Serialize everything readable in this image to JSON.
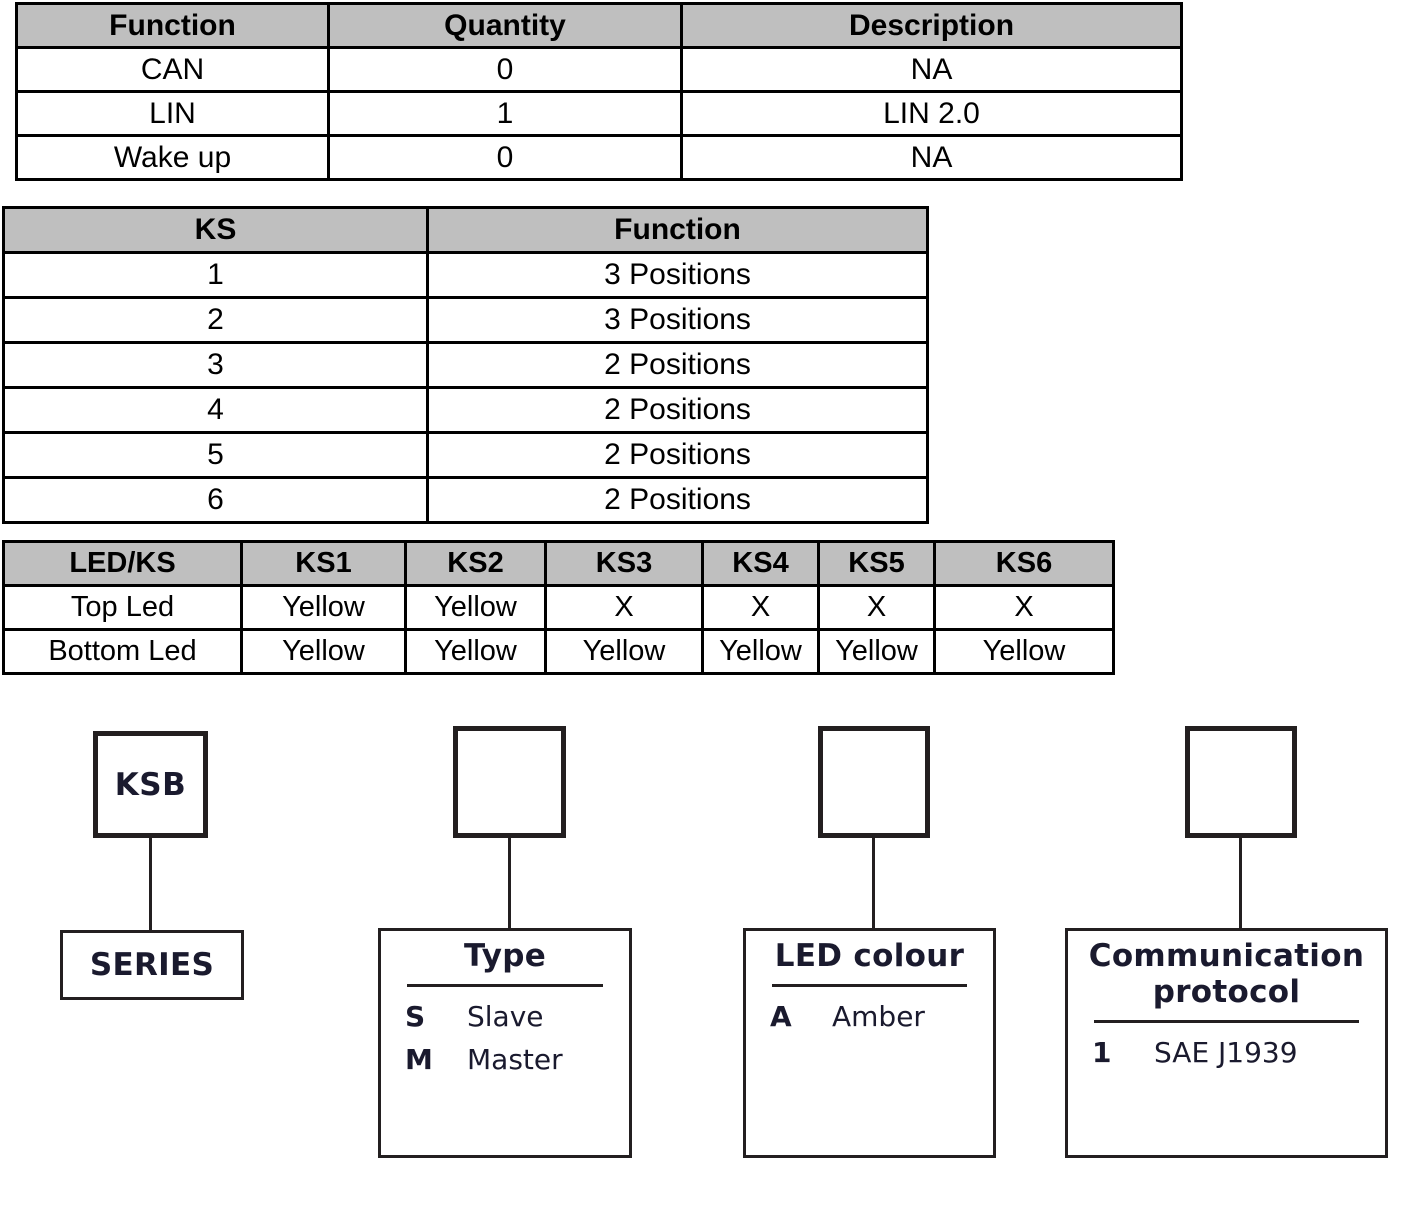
{
  "tables": [
    {
      "id": "communication-features",
      "headers": [
        "Function",
        "Quantity",
        "Description"
      ],
      "rows": [
        [
          "CAN",
          "0",
          "NA"
        ],
        [
          "LIN",
          "1",
          "LIN 2.0"
        ],
        [
          "Wake up",
          "0",
          "NA"
        ]
      ]
    },
    {
      "id": "ks-positions",
      "headers": [
        "KS",
        "Function"
      ],
      "rows": [
        [
          "1",
          "3 Positions"
        ],
        [
          "2",
          "3 Positions"
        ],
        [
          "3",
          "2 Positions"
        ],
        [
          "4",
          "2 Positions"
        ],
        [
          "5",
          "2 Positions"
        ],
        [
          "6",
          "2 Positions"
        ]
      ]
    },
    {
      "id": "led-ks-matrix",
      "headers": [
        "LED/KS",
        "KS1",
        "KS2",
        "KS3",
        "KS4",
        "KS5",
        "KS6"
      ],
      "rows": [
        [
          "Top Led",
          "Yellow",
          "Yellow",
          "X",
          "X",
          "X",
          "X"
        ],
        [
          "Bottom Led",
          "Yellow",
          "Yellow",
          "Yellow",
          "Yellow",
          "Yellow",
          "Yellow"
        ]
      ]
    }
  ],
  "diagram": {
    "nodes": [
      {
        "code": "KSB",
        "leaf_title": "SERIES",
        "options": []
      },
      {
        "code": "",
        "leaf_title": "Type",
        "options": [
          {
            "code": "S",
            "desc": "Slave"
          },
          {
            "code": "M",
            "desc": "Master"
          }
        ]
      },
      {
        "code": "",
        "leaf_title": "LED colour",
        "options": [
          {
            "code": "A",
            "desc": "Amber"
          }
        ]
      },
      {
        "code": "",
        "leaf_title": "Communication protocol",
        "options": [
          {
            "code": "1",
            "desc": "SAE J1939"
          }
        ]
      }
    ]
  },
  "colors": {
    "header_fill": "#bfbfbf",
    "border": "#000000",
    "diagram_ink": "#1a1a2e",
    "diagram_border": "#231f20"
  }
}
